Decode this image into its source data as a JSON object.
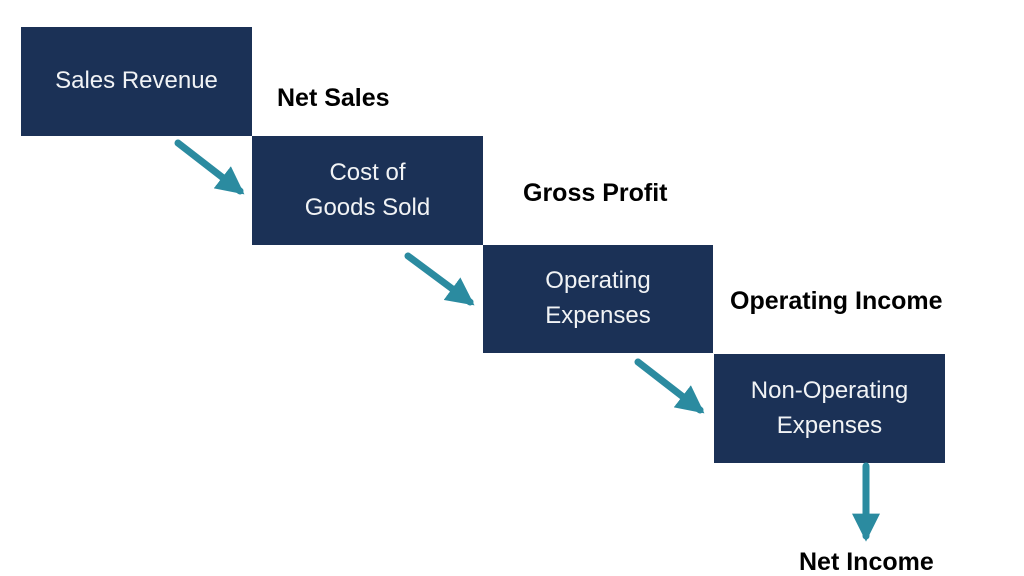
{
  "diagram": {
    "type": "income-statement-waterfall",
    "boxes": [
      {
        "label": "Sales Revenue"
      },
      {
        "label": "Cost of\nGoods Sold"
      },
      {
        "label": "Operating\nExpenses"
      },
      {
        "label": "Non-Operating\nExpenses"
      }
    ],
    "result_labels": [
      {
        "label": "Net Sales"
      },
      {
        "label": "Gross Profit"
      },
      {
        "label": "Operating Income"
      },
      {
        "label": "Net Income"
      }
    ],
    "colors": {
      "box_fill": "#1b3156",
      "box_text": "#f1f3f5",
      "arrow": "#2b8ba0",
      "label_text": "#000000",
      "background": "#ffffff"
    }
  }
}
